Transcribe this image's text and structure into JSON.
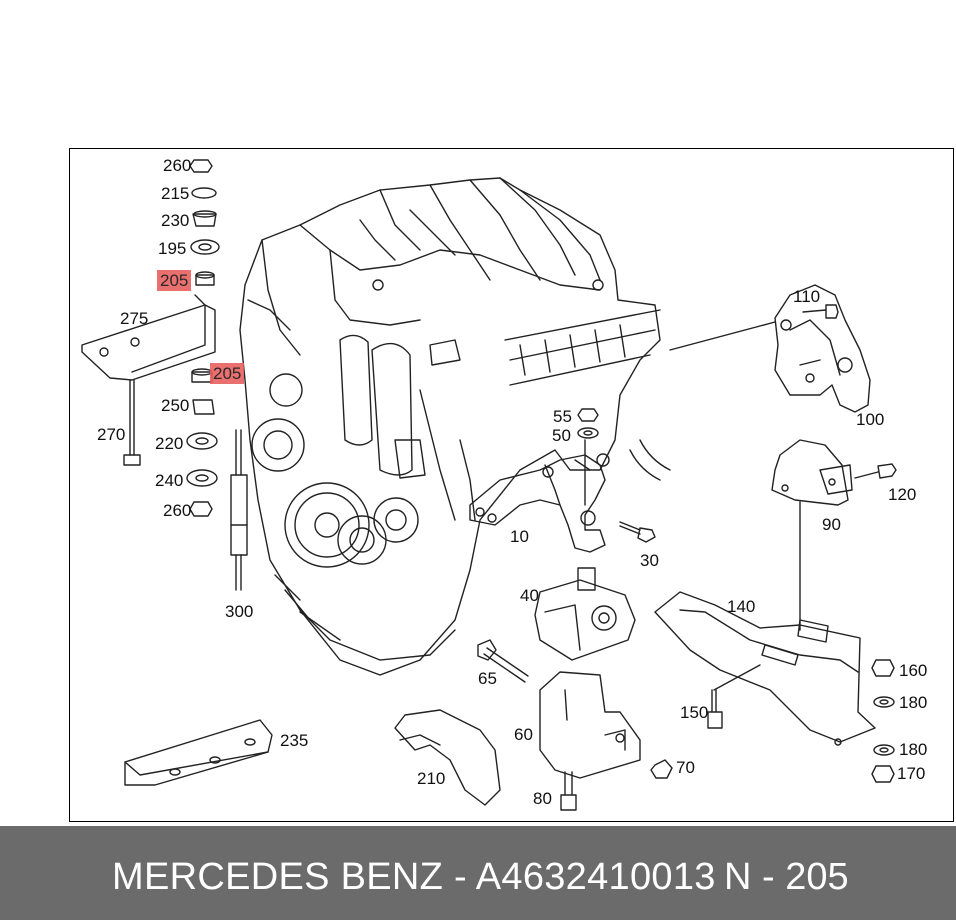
{
  "diagram": {
    "parts": {
      "p260a": "260",
      "p215": "215",
      "p230": "230",
      "p195": "195",
      "p205a": "205",
      "p275": "275",
      "p205b": "205",
      "p250": "250",
      "p270": "270",
      "p220": "220",
      "p240": "240",
      "p260b": "260",
      "p300": "300",
      "p110": "110",
      "p100": "100",
      "p55": "55",
      "p50": "50",
      "p10": "10",
      "p30": "30",
      "p120": "120",
      "p90": "90",
      "p40": "40",
      "p140": "140",
      "p65": "65",
      "p60": "60",
      "p160": "160",
      "p180a": "180",
      "p150": "150",
      "p235": "235",
      "p210": "210",
      "p70": "70",
      "p80": "80",
      "p180b": "180",
      "p170": "170"
    },
    "highlight_color": "#e86060"
  },
  "footer": {
    "brand_text": "MERCEDES BENZ - A4632410013",
    "code_text": "N - 205",
    "background": "#6b6b6b"
  }
}
